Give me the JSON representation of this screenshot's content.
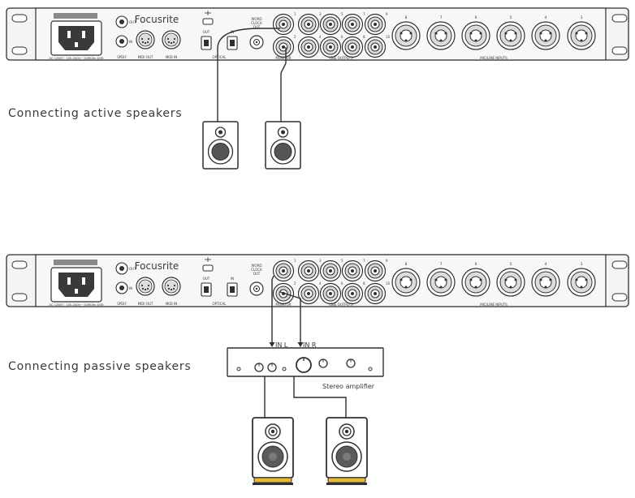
{
  "captions": {
    "active": "Connecting active speakers",
    "passive": "Connecting passive speakers"
  },
  "interface": {
    "brand": "Focusrite",
    "spdif_out": "OUT",
    "spdif_in": "IN",
    "spdif": "SPDIF",
    "midi_out": "MIDI OUT",
    "midi_in": "MIDI IN",
    "optical": "OPTICAL",
    "optical_out": "OUT",
    "optical_in": "IN",
    "word_clock": [
      "WORD",
      "CLOCK",
      "OUT"
    ],
    "monitor": "MONITOR",
    "line_outputs": "LINE OUTPUTS",
    "mic_line_inputs": "MIC/LINE INPUTS",
    "power_rating": "AC 12W/T : 100-240V~ 50/60Hz 40W",
    "jack_numbers_top": [
      "1",
      "3",
      "5",
      "7",
      "9"
    ],
    "jack_numbers_bottom": [
      "2",
      "4",
      "6",
      "8",
      "10"
    ],
    "input_numbers": [
      "8",
      "7",
      "6",
      "5",
      "4",
      "3"
    ]
  },
  "amplifier": {
    "label": "Stereo amplifier",
    "in_left": "IN L",
    "in_right": "IN R"
  },
  "colors": {
    "line": "#2f2f2f",
    "panel": "#f4f4f4",
    "text": "#3a3a3a",
    "speaker_base": "#e3b93c"
  }
}
